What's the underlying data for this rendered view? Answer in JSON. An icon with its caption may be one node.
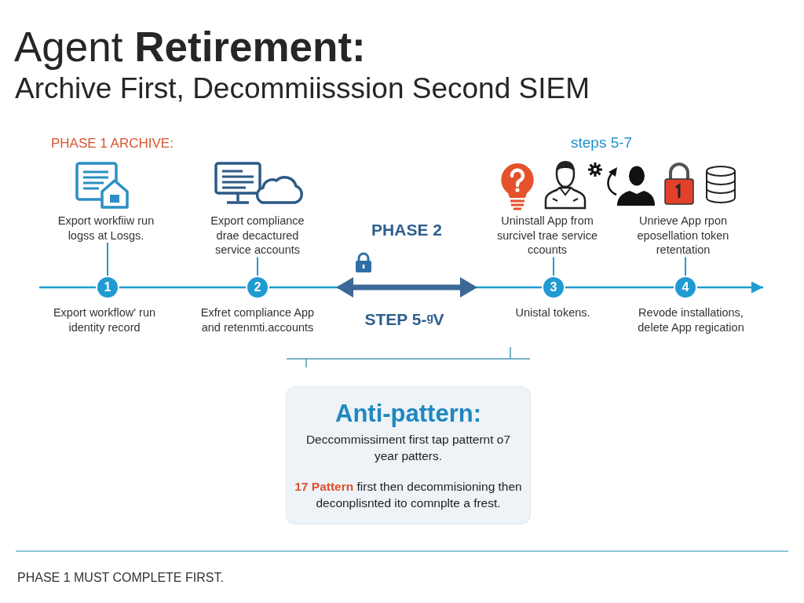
{
  "diagram": {
    "title": "Agent **Retirement:**",
    "caption": "PHASE 1 MUST COMPLETE FIRST.",
    "nodes": [
      {
        "text": [
          "Export workfiiw run logss at Losgs."
        ]
      },
      {
        "text": [
          "Export compliance drae decactured service accounts"
        ]
      },
      {
        "text": [
          "Uninstall App from surcivel trae service ccounts"
        ]
      },
      {
        "text": [
          "Unrieve App rpon eposellation token retentation"
        ]
      },
      {
        "text": [
          "1"
        ],
        "beside": [
          "Export workflow' run identity record"
        ]
      },
      {
        "text": [
          "2"
        ],
        "beside": [
          "Exfret compliance App and retenmti.accounts"
        ]
      },
      {
        "text": [
          "3"
        ],
        "beside": [
          "Unistal tokens."
        ]
      },
      {
        "text": [
          "4"
        ],
        "beside": [
          "Revode installations, delete App regication"
        ]
      },
      {
        "text": [
          "Anti-pattern:",
          "Deccommissiment first tap patternt o7 year patters.",
          "**17 Pattern** first then decommisioning then deconplisnted ito comnplte a frest."
        ]
      }
    ],
    "edges": [
      {
        "from": 0,
        "to": 4,
        "arrow": "none"
      },
      {
        "from": 1,
        "to": 5,
        "arrow": "none"
      },
      {
        "from": 2,
        "to": 6,
        "arrow": "none"
      },
      {
        "from": 3,
        "to": 7,
        "arrow": "none"
      },
      {
        "from": null,
        "to": 4,
        "arrow": "none"
      },
      {
        "from": 4,
        "to": 5,
        "arrow": "none"
      },
      {
        "from": 5,
        "to": 6,
        "arrow": "none"
      },
      {
        "from": 6,
        "to": 7,
        "arrow": "none"
      },
      {
        "from": 7,
        "to": null,
        "arrow": "to"
      }
    ],
    "labels": [
      "Archive First, Decommiisssion Second SIEM",
      "PHASE 1 ARCHIVE:",
      "steps 5-7",
      "PHASE 2",
      "STEP 5-ᵍV"
    ]
  }
}
